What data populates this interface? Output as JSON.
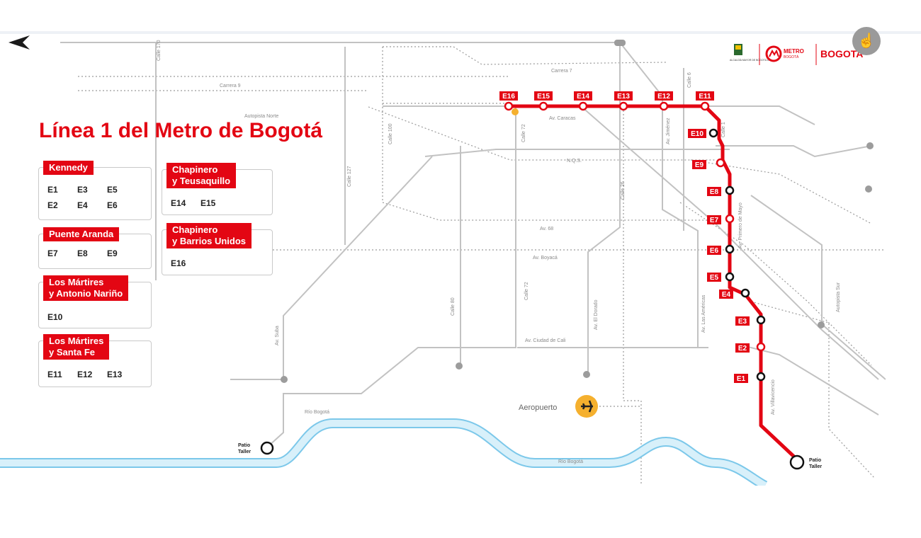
{
  "title": "Línea 1 del Metro de Bogotá",
  "localities": [
    {
      "name": "Kennedy",
      "stations": [
        "E1",
        "E3",
        "E5",
        "E2",
        "E4",
        "E6"
      ]
    },
    {
      "name": "Puente Aranda",
      "stations": [
        "E7",
        "E8",
        "E9"
      ]
    },
    {
      "name": "Los Mártires\ny Antonio Nariño",
      "stations": [
        "E10"
      ]
    },
    {
      "name": "Los Mártires\ny Santa Fe",
      "stations": [
        "E11",
        "E12",
        "E13"
      ]
    },
    {
      "name": "Chapinero\ny Teusaquillo",
      "stations": [
        "E14",
        "E15"
      ]
    },
    {
      "name": "Chapinero\ny Barrios Unidos",
      "stations": [
        "E16"
      ]
    }
  ],
  "streets": {
    "calle170": "Calle 170",
    "carrera9": "Carrera 9",
    "carrera7": "Carrera 7",
    "autopistaNorte": "Autopista Norte",
    "calle100": "Calle 100",
    "calle127": "Calle 127",
    "calle72a": "Calle 72",
    "calle72b": "Calle 72",
    "calle26": "Calle 26",
    "calle6": "Calle 6",
    "calle1": "Calle 1",
    "avCaracas": "Av. Caracas",
    "avJimenez": "Av. Jiménez",
    "nqs": "N.Q.S.",
    "av68": "Av. 68",
    "avBoyaca": "Av. Boyacá",
    "avPrimeroMayo": "Av. Primero de Mayo",
    "avAmericas": "Av. Las Américas",
    "calle80": "Calle 80",
    "avSuba": "Av. Suba",
    "avElDorado": "Av. El Dorado",
    "avCiudadCali": "Av. Ciudad de Cali",
    "avVillavicencio": "Av. Villavicencio",
    "autopistaSur": "Autopista Sur"
  },
  "rivers": {
    "label1": "Río Bogotá",
    "label2": "Río Bogotá"
  },
  "airport": "Aeropuerto",
  "patio": {
    "line1": "Patio",
    "line2": "Taller"
  },
  "stations": [
    "E1",
    "E2",
    "E3",
    "E4",
    "E5",
    "E6",
    "E7",
    "E8",
    "E9",
    "E10",
    "E11",
    "E12",
    "E13",
    "E14",
    "E15",
    "E16"
  ],
  "logos": {
    "alcaldia": "ALCALDÍA MAYOR DE BOGOTÁ D.C.",
    "metro1": "METRO",
    "metro2": "BOGOTÁ",
    "bogota": "BOGOTA"
  },
  "colors": {
    "metro_red": "#e30613",
    "street_gray": "#bdbdbd",
    "river_blue": "#bfe3f3",
    "river_edge": "#7cc8ea",
    "airport_orange": "#f5b02e"
  },
  "icons": {
    "back": "back-arrow-icon",
    "hand": "hand-pointer-icon",
    "airport": "airplane-icon"
  }
}
